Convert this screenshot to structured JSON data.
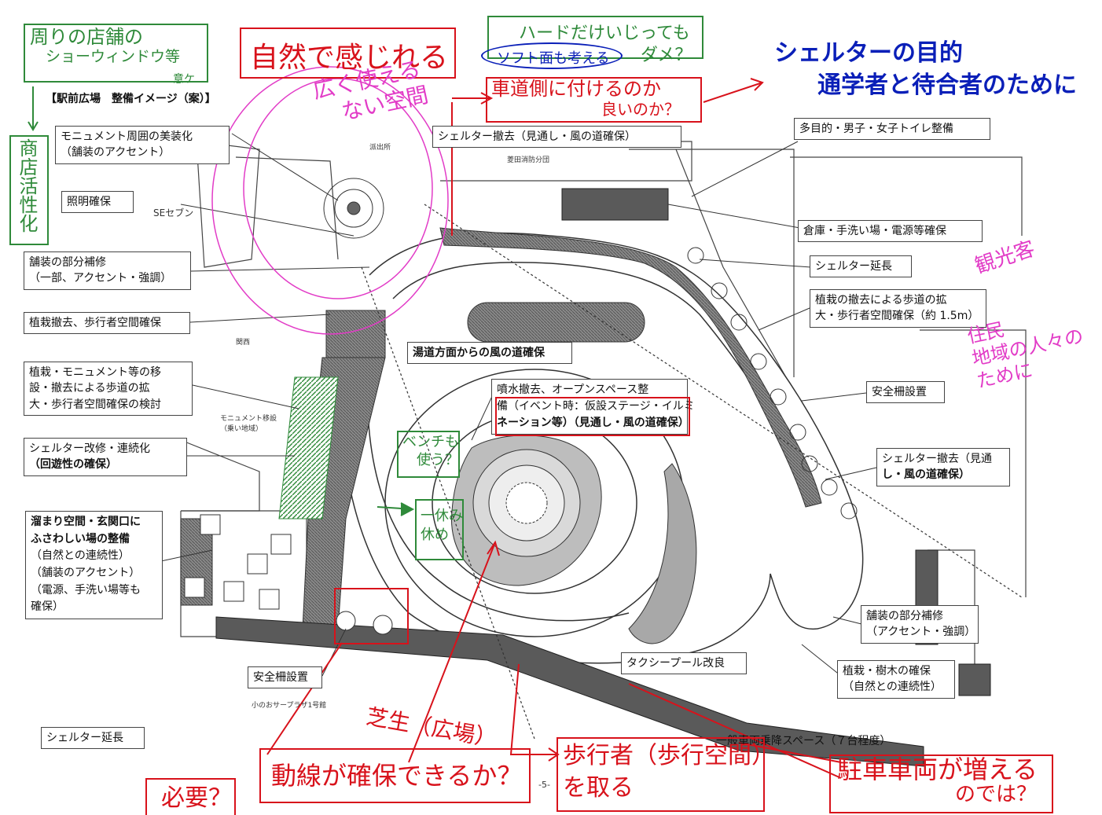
{
  "title": "【駅前広場　整備イメージ（案）】",
  "page_number": "-5-",
  "labels": {
    "monument_paving": [
      "モニュメント周囲の美装化",
      "（舗装のアクセント）"
    ],
    "lighting": "照明確保",
    "seven_eleven": "SEセブン",
    "partial_repair_left": [
      "舗装の部分補修",
      "（一部、アクセント・強調）"
    ],
    "planting_removal": "植栽撤去、歩行者空間確保",
    "relocation": [
      "植栽・モニュメント等の移",
      "設・撤去による歩道の拡",
      "大・歩行者空間確保の検討"
    ],
    "shelter_repair": [
      "シェルター改修・連続化",
      "（回遊性の確保）"
    ],
    "gathering_space": [
      "溜まり空間・玄関口に",
      "ふさわしい場の整備"
    ],
    "gathering_sub": [
      "（自然との連続性）",
      "（舗装のアクセント）",
      "（電源、手洗い場等も",
      "確保）"
    ],
    "safety_fence_bottom": "安全柵設置",
    "shelter_ext_bottom": "シェルター延長",
    "shelter_removal_top": "シェルター撤去（見通し・風の道確保）",
    "wind_path": "湯道方面からの風の道確保",
    "fountain": [
      "噴水撤去、オープンスペース整",
      "備（イベント時：仮設ステージ・イルミ",
      "ネーション等）（見通し・風の道確保）"
    ],
    "toilet": "多目的・男子・女子トイレ整備",
    "storage": "倉庫・手洗い場・電源等確保",
    "shelter_ext_right": "シェルター延長",
    "sidewalk_expand": [
      "植栽の撤去による歩道の拡",
      "大・歩行者空間確保（約 1.5m）"
    ],
    "safety_fence_right": "安全柵設置",
    "shelter_removal_right": [
      "シェルター撤去（見通",
      "し・風の道確保）"
    ],
    "partial_repair_right": [
      "舗装の部分補修",
      "（アクセント・強調）"
    ],
    "planting_trees": [
      "植栽・樹木の確保",
      "（自然との連続性）"
    ],
    "taxi_pool": "タクシープール改良",
    "general_vehicle": "一般車両乗降スペース（７台程度）",
    "map_police": "派出所",
    "map_fire": "菱田消防分団",
    "map_monument": "モニュメント移設\n（乗い地域）",
    "map_kansai": "関西",
    "map_plaza": "小のおサープラザ1号館"
  },
  "annotations": {
    "green_top_left": [
      "周りの店舗の",
      "ショーウィンドウ等"
    ],
    "green_small": "意ケ",
    "green_vertical": "商店活性化",
    "red_nature": "自然で感じれる",
    "green_hard": [
      "ハードだけいじっても",
      "ダメ？"
    ],
    "blue_oval": "ソフト面も考える",
    "blue_purpose": [
      "シェルターの目的",
      "通学者と待合者のために"
    ],
    "pink_wide": [
      "広く使える",
      "ない空間"
    ],
    "red_road": [
      "車道側に付けるのか",
      "良いのか？"
    ],
    "pink_tourist": "観光客",
    "pink_local": [
      "住民",
      "地域の人々の",
      "ために"
    ],
    "green_bench": [
      "ベンチも",
      "使う？"
    ],
    "green_rest": [
      "一休み",
      "休め"
    ],
    "red_grass": "芝生（広場）",
    "red_need": "必要？",
    "red_flow": "動線が確保できるか？",
    "red_pedestrian": [
      "歩行者（歩行空間）",
      "を取る"
    ],
    "red_parking": [
      "駐車車両が増える",
      "のでは？"
    ]
  },
  "colors": {
    "red": "#d8121b",
    "green": "#2f8a3a",
    "blue": "#0a1fb8",
    "pink": "#e23cc7",
    "line": "#333333",
    "hatch": "#7b7b7b"
  }
}
